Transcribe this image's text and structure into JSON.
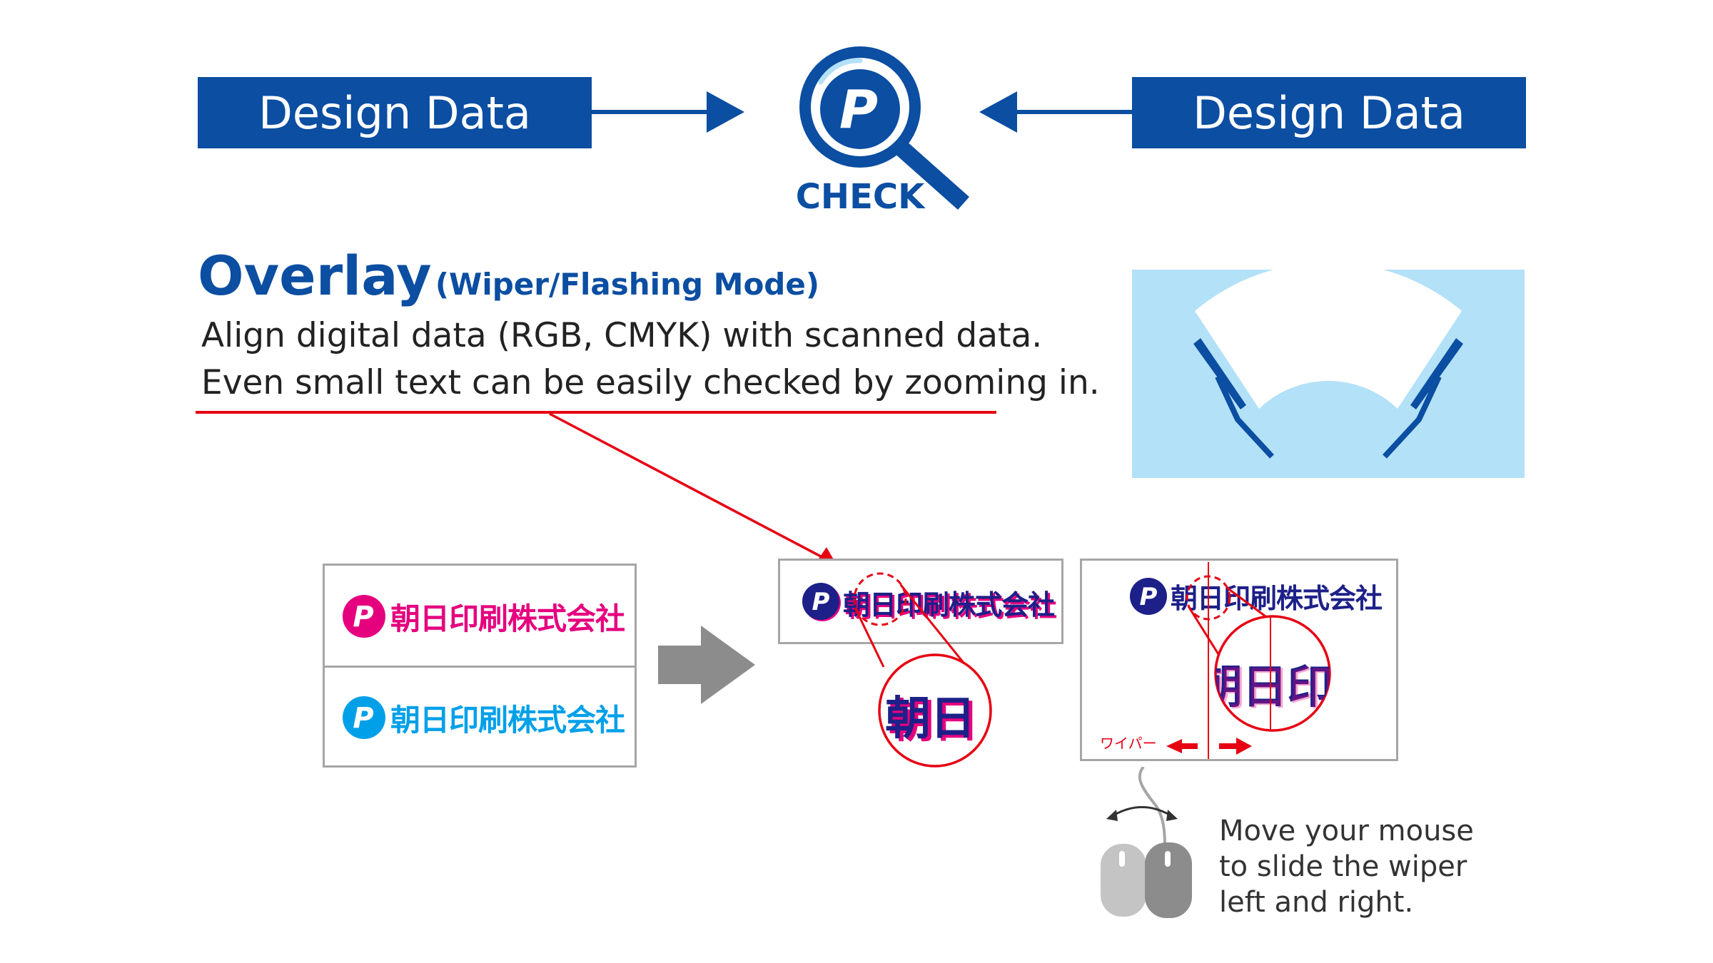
{
  "header": {
    "left_box_label": "Design Data",
    "right_box_label": "Design Data",
    "check_label": "CHECK"
  },
  "section": {
    "title": "Overlay",
    "subtitle": "(Wiper/Flashing Mode)",
    "line1": "Align digital data (RGB, CMYK) with scanned data.",
    "line2": "Even small text can be easily checked by zooming in."
  },
  "samples": {
    "company_name": "朝日印刷株式会社",
    "zoom_chars": "朝日",
    "wiper_zoom_chars": "朝日印",
    "wiper_label": "ワイパー"
  },
  "mouse_hint": {
    "line1": "Move your mouse",
    "line2": "to slide the wiper",
    "line3": "left and right."
  },
  "colors": {
    "brand_blue": "#0b4ea2",
    "magenta": "#e5007e",
    "cyan": "#00a0e9",
    "navy": "#1d2088",
    "annotation_red": "#e60012",
    "light_blue_panel": "#b3e1f7",
    "arrow_gray": "#8c8c8c"
  }
}
